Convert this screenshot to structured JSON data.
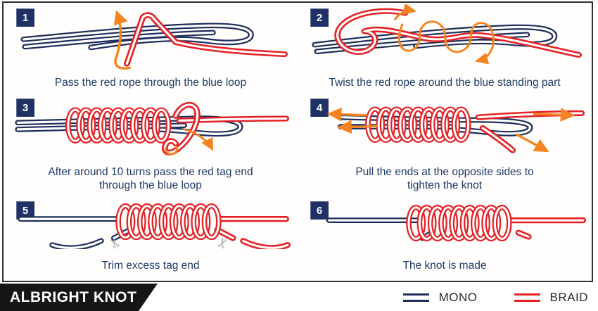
{
  "steps": [
    {
      "number": "1",
      "caption": "Pass the red rope through the blue loop"
    },
    {
      "number": "2",
      "caption": "Twist the red rope around the blue standing part"
    },
    {
      "number": "3",
      "caption": "After around 10 turns pass the red tag end through the blue loop"
    },
    {
      "number": "4",
      "caption": "Pull the ends at the opposite sides to tighten the knot"
    },
    {
      "number": "5",
      "caption": "Trim excess tag end"
    },
    {
      "number": "6",
      "caption": "The knot is made"
    }
  ],
  "footer": {
    "title": "ALBRIGHT KNOT",
    "legend": [
      {
        "label": "MONO",
        "color": "#1e2f5e"
      },
      {
        "label": "BRAID",
        "color": "#e32227"
      }
    ]
  },
  "colors": {
    "mono_rope": "#1e2f5e",
    "braid_rope": "#e32227",
    "arrow": "#f5831f",
    "badge_background": "#203265",
    "caption_text": "#1c3a6a",
    "ribbon_background": "#161616",
    "ribbon_text": "#ffffff",
    "frame_border": "#2f2f31",
    "scissors": "#a6a8ab"
  }
}
